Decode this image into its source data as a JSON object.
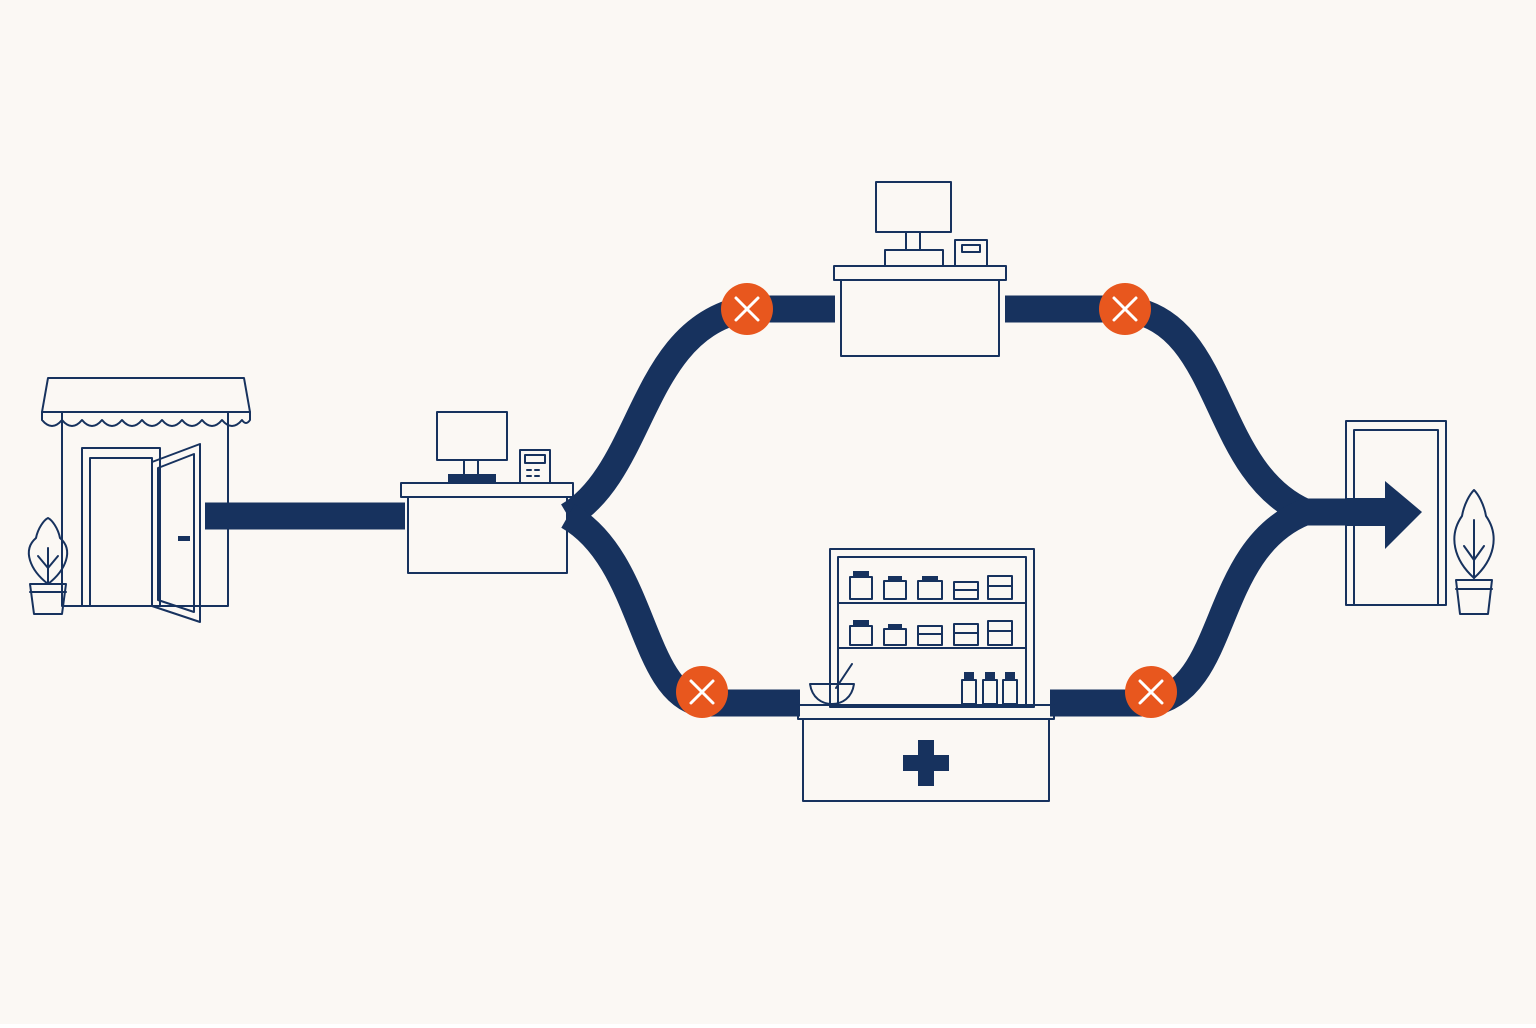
{
  "colors": {
    "background": "#fbf8f4",
    "path": "#17325e",
    "outline": "#17325e",
    "fill_light": "#e6ecf2",
    "fill_white": "#fdfcfa",
    "blocker": "#e8571e",
    "blocker_mark": "#ffffff",
    "leaf": "#dde6ee"
  },
  "icons": {
    "entrance": "storefront-entrance-icon",
    "checkout": "checkout-counter-icon",
    "cashier": "cashier-counter-icon",
    "pharmacy": "pharmacy-counter-icon",
    "exit": "exit-door-icon",
    "blocker": "blocked-x-icon",
    "arrow": "arrow-right-icon",
    "plant": "potted-plant-icon"
  },
  "flow": {
    "branches": [
      "upper-route",
      "lower-route"
    ],
    "blocked_points": 4
  }
}
